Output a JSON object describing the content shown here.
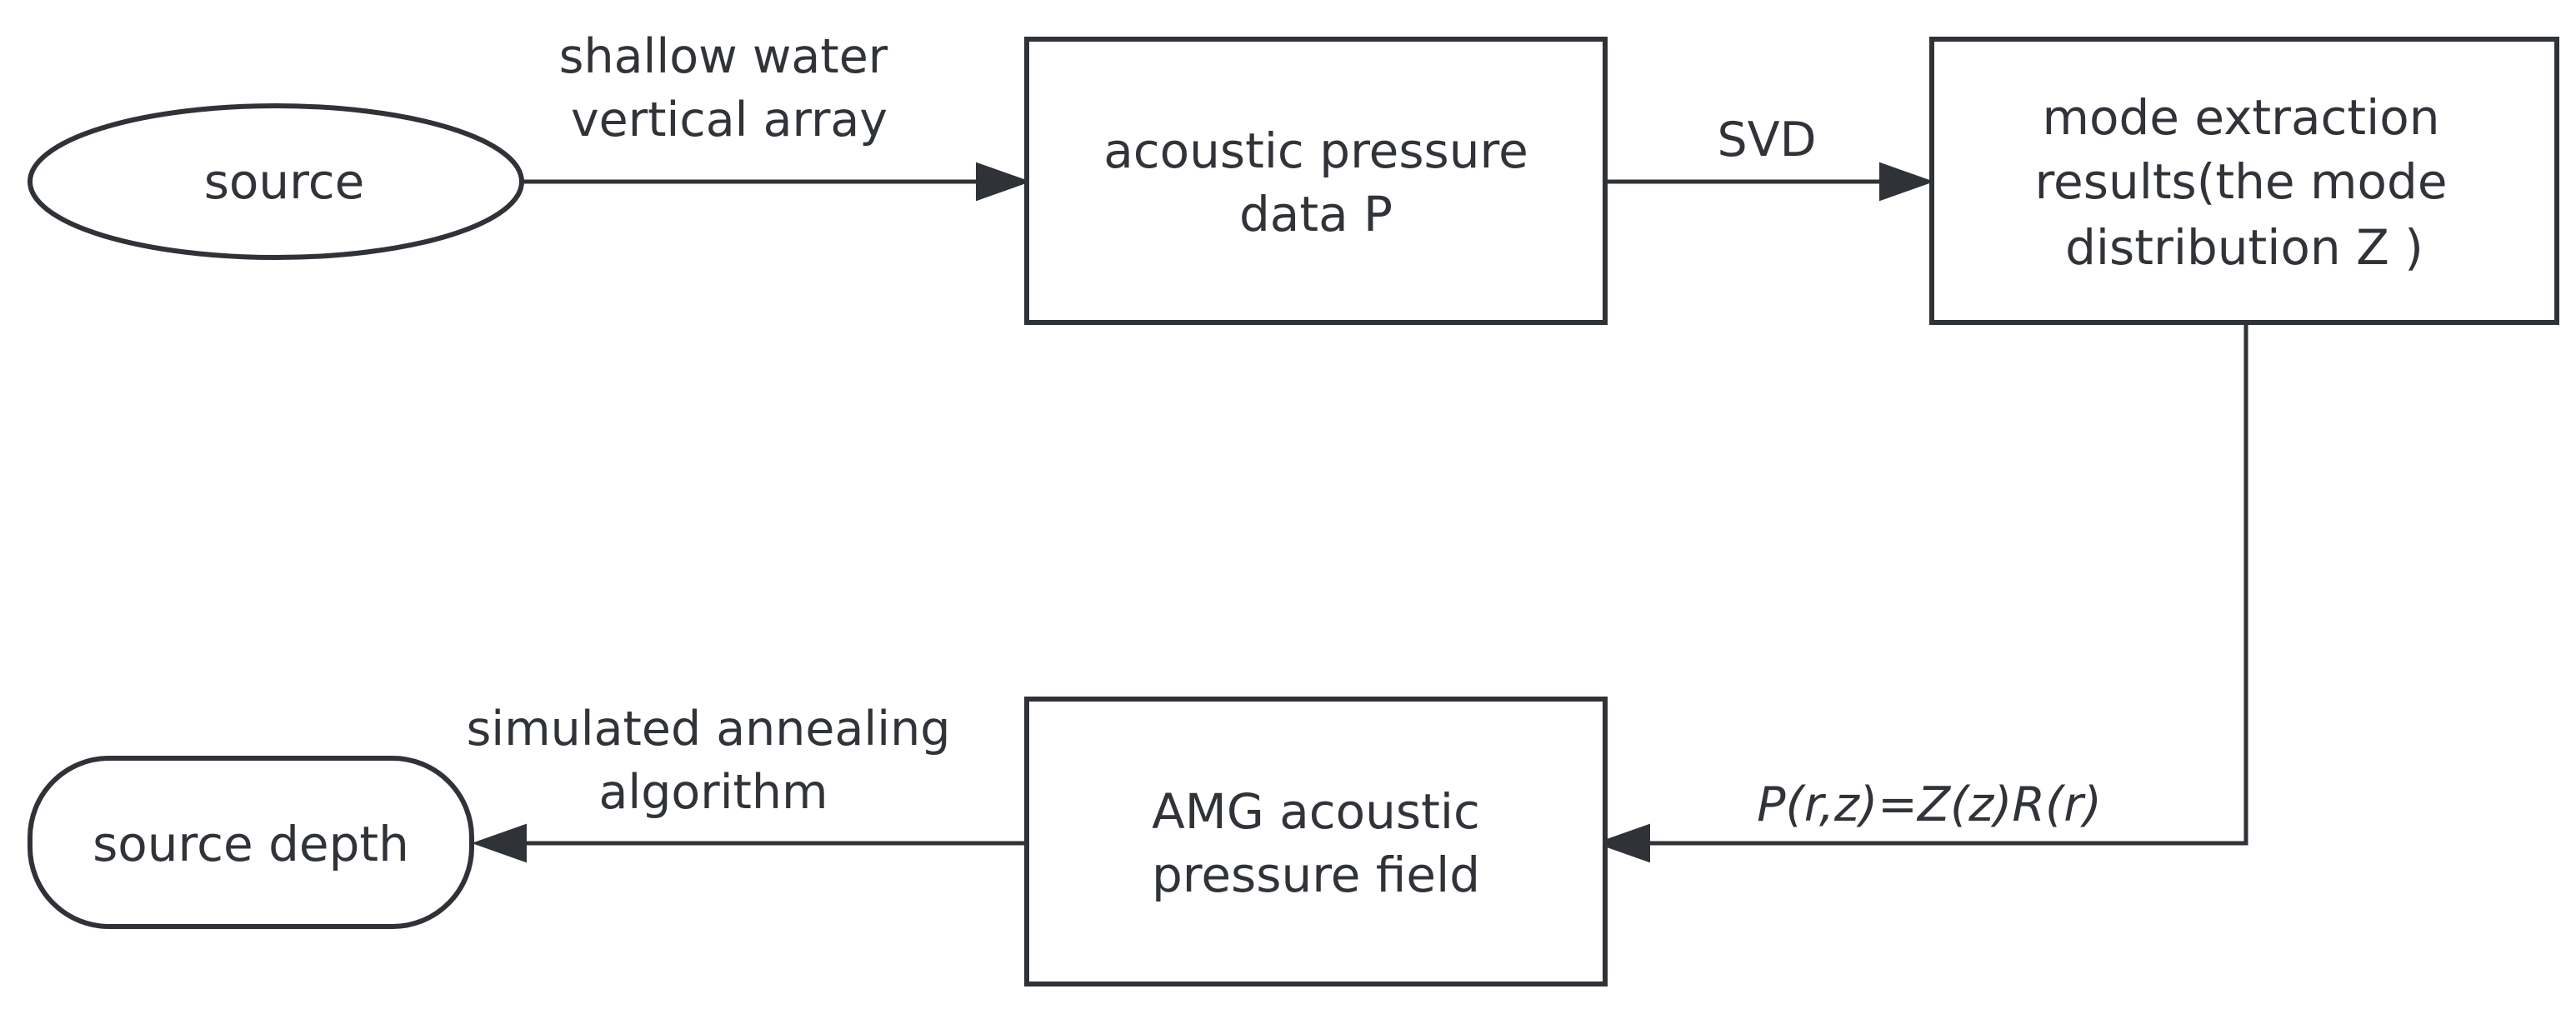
{
  "colors": {
    "stroke": "#2f3337",
    "text": "#303438",
    "background": "#ffffff"
  },
  "nodes": {
    "source": {
      "label": "source"
    },
    "pressure_data": {
      "line1": "acoustic pressure",
      "line2": "data P"
    },
    "mode_results": {
      "line1": "mode extraction",
      "line2": "results(the mode",
      "line3": "distribution Z )"
    },
    "amg_field": {
      "line1": "AMG acoustic",
      "line2": "pressure field"
    },
    "source_depth": {
      "label": "source depth"
    }
  },
  "edges": {
    "array": {
      "line1": "shallow water",
      "line2": "vertical array"
    },
    "svd": {
      "label": "SVD"
    },
    "formula": {
      "label": "P(r,z)=Z(z)R(r)"
    },
    "annealing": {
      "line1": "simulated annealing",
      "line2": "algorithm"
    }
  }
}
